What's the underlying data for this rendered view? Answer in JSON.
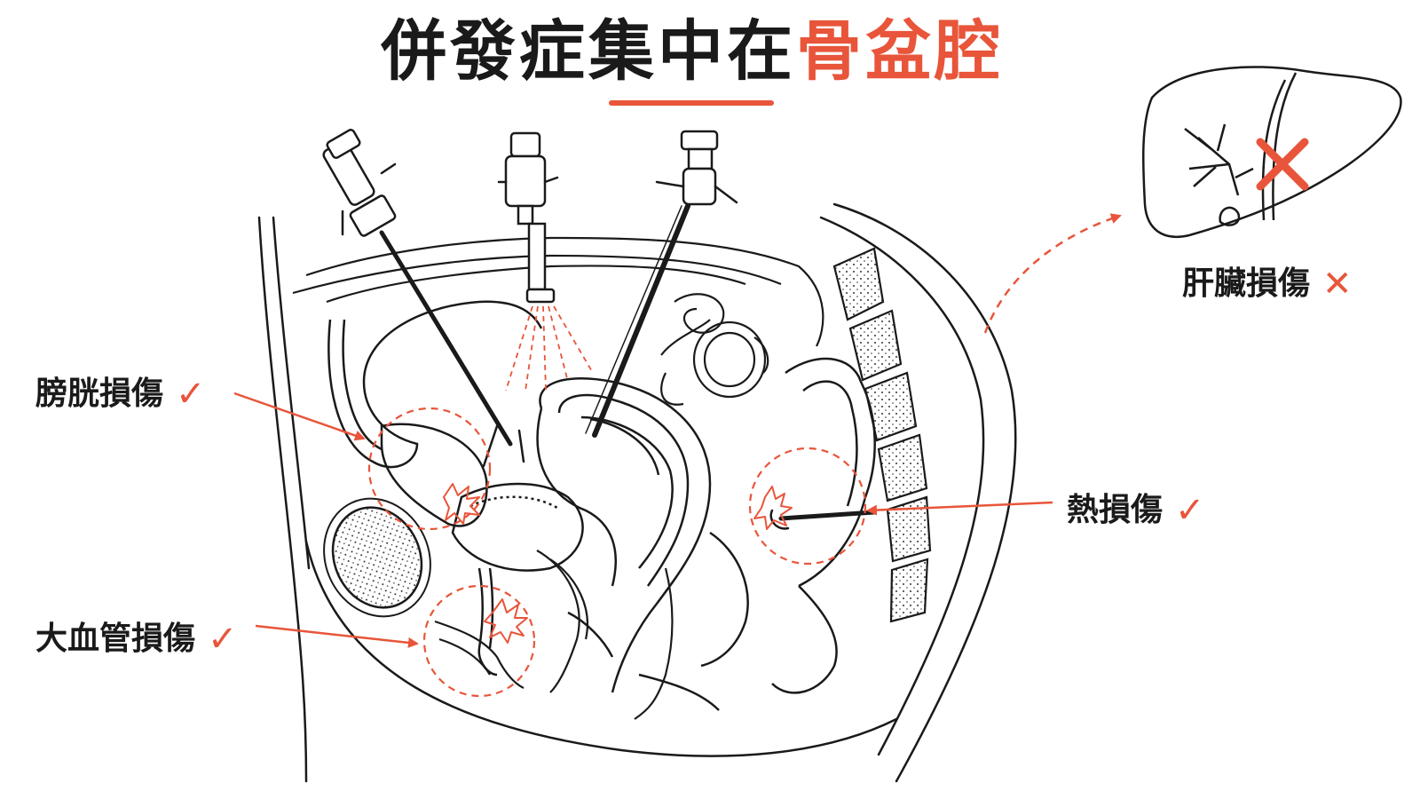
{
  "title": {
    "main": "併發症集中在",
    "accent": "骨盆腔"
  },
  "labels": {
    "bladder": {
      "text": "膀胱損傷",
      "mark": "✓"
    },
    "vessel": {
      "text": "大血管損傷",
      "mark": "✓"
    },
    "heat": {
      "text": "熱損傷",
      "mark": "✓"
    },
    "liver": {
      "text": "肝臟損傷",
      "mark": "✕"
    }
  },
  "colors": {
    "accent": "#e8553a",
    "ink": "#1a1a1a"
  }
}
